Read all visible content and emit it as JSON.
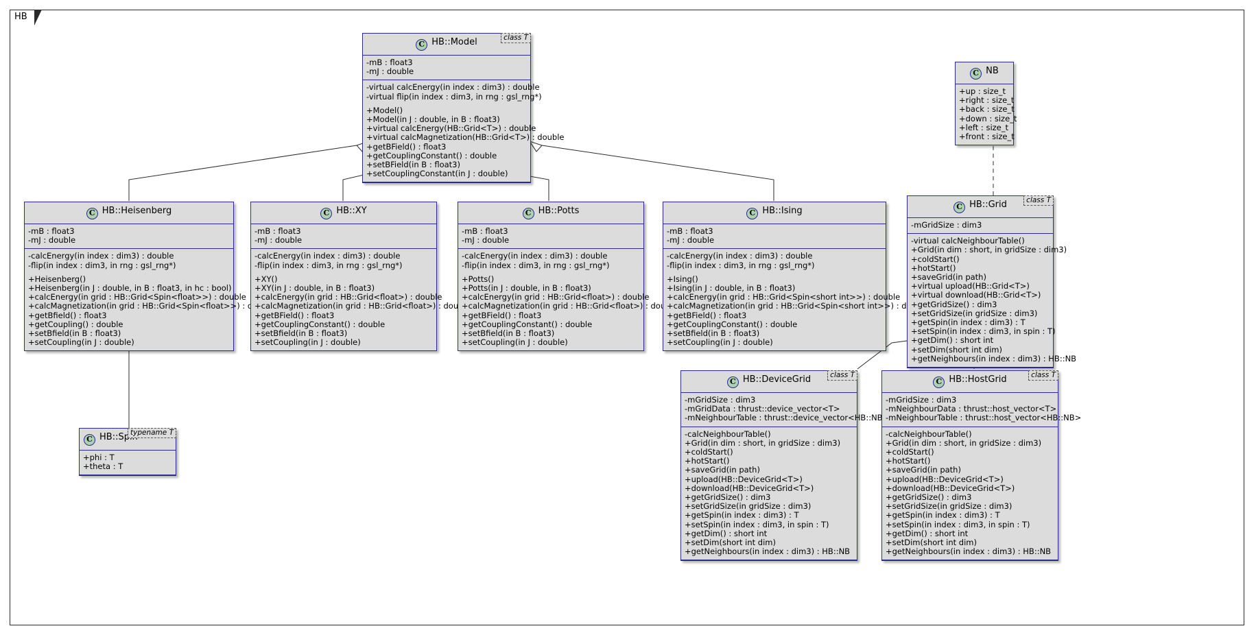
{
  "diagram": {
    "type": "uml-class-diagram",
    "package_label": "HB",
    "stereotype_class_t": "class T",
    "stereotype_typename_t": "typename T",
    "class_icon_letter": "C",
    "colors": {
      "class_fill": "#DCDCDC",
      "class_border": "#2A2A8F",
      "icon_fill": "#ADD1B2",
      "line": "#2B2B2B",
      "background": "#FFFFFF"
    }
  },
  "classes": {
    "model": {
      "name": "HB::Model",
      "attributes": [
        "-mB : float3",
        "-mJ : double"
      ],
      "methods": [
        "-virtual calcEnergy(in index : dim3) : double",
        "-virtual flip(in index : dim3, in rng : gsl_rng*)",
        "",
        "+Model()",
        "+Model(in J : double, in B : float3)",
        "+virtual calcEnergy(HB::Grid<T>) : double",
        "+virtual calcMagnetization(HB::Grid<T>) : double",
        "+getBField() : float3",
        "+getCouplingConstant() : double",
        "+setBField(in B : float3)",
        "+setCouplingConstant(in J : double)"
      ]
    },
    "nb": {
      "name": "NB",
      "attributes": [
        "+up : size_t",
        "+right : size_t",
        "+back : size_t",
        "+down : size_t",
        "+left : size_t",
        "+front : size_t"
      ],
      "methods": []
    },
    "heisenberg": {
      "name": "HB::Heisenberg",
      "attributes": [
        "-mB : float3",
        "-mJ : double"
      ],
      "methods": [
        "-calcEnergy(in index : dim3) : double",
        "-flip(in index : dim3, in rng : gsl_rng*)",
        "",
        "+Heisenberg()",
        "+Heisenberg(in J : double, in B : float3, in hc : bool)",
        "+calcEnergy(in grid : HB::Grid<Spin<float>>) : double",
        "+calcMagnetization(in grid : HB::Grid<Spin<float>>) : double",
        "+getBfield() : float3",
        "+getCoupling() : double",
        "+setBfield(in B : float3)",
        "+setCoupling(in J : double)"
      ]
    },
    "xy": {
      "name": "HB::XY",
      "attributes": [
        "-mB : float3",
        "-mJ : double"
      ],
      "methods": [
        "-calcEnergy(in index : dim3) : double",
        "-flip(in index : dim3, in rng : gsl_rng*)",
        "",
        "+XY()",
        "+XY(in J : double, in B : float3)",
        "+calcEnergy(in grid : HB::Grid<float>) : double",
        "+calcMagnetization(in grid : HB::Grid<float>) : double",
        "+getBField() : float3",
        "+getCouplingConstant() : double",
        "+setBfield(in B : float3)",
        "+setCoupling(in J : double)"
      ]
    },
    "potts": {
      "name": "HB::Potts",
      "attributes": [
        "-mB : float3",
        "-mJ : double"
      ],
      "methods": [
        "-calcEnergy(in index : dim3) : double",
        "-flip(in index : dim3, in rng : gsl_rng*)",
        "",
        "+Potts()",
        "+Potts(in J : double, in B : float3)",
        "+calcEnergy(in grid : HB::Grid<float>) : double",
        "+calcMagnetization(in grid : HB::Grid<float>) : double",
        "+getBField() : float3",
        "+getCouplingConstant() : double",
        "+setBfield(in B : float3)",
        "+setCoupling(in J : double)"
      ]
    },
    "ising": {
      "name": "HB::Ising",
      "attributes": [
        "-mB : float3",
        "-mJ : double"
      ],
      "methods": [
        "-calcEnergy(in index : dim3) : double",
        "-flip(in index : dim3, in rng : gsl_rng*)",
        "",
        "+Ising()",
        "+Ising(in J : double, in B : float3)",
        "+calcEnergy(in grid : HB::Grid<Spin<short int>>) : double",
        "+calcMagnetization(in grid : HB::Grid<Spin<short int>>) : double",
        "+getBField() : float3",
        "+getCouplingConstant() : double",
        "+setBfield(in B : float3)",
        "+setCoupling(in J : double)"
      ]
    },
    "grid": {
      "name": "HB::Grid",
      "stereotype": "class T",
      "attributes": [
        "-mGridSize : dim3"
      ],
      "methods": [
        "-virtual calcNeighbourTable()",
        "+Grid(in dim : short, in gridSize : dim3)",
        "+coldStart()",
        "+hotStart()",
        "+saveGrid(in path)",
        "+virtual upload(HB::Grid<T>)",
        "+virtual download(HB::Grid<T>)",
        "+getGridSize() : dim3",
        "+setGridSize(in gridSize : dim3)",
        "+getSpin(in index : dim3) : T",
        "+setSpin(in index : dim3, in spin : T)",
        "+getDim() : short int",
        "+setDim(short int dim)",
        "+getNeighbours(in index : dim3) : HB::NB"
      ]
    },
    "device_grid": {
      "name": "HB::DeviceGrid",
      "stereotype": "class T",
      "attributes": [
        "-mGridSize : dim3",
        "-mGridData : thrust::device_vector<T>",
        "-mNeighbourTable : thrust::device_vector<HB::NB>"
      ],
      "methods": [
        "-calcNeighbourTable()",
        "+Grid(in dim : short, in gridSize : dim3)",
        "+coldStart()",
        "+hotStart()",
        "+saveGrid(in path)",
        "+upload(HB::DeviceGrid<T>)",
        "+download(HB::DeviceGrid<T>)",
        "+getGridSize() : dim3",
        "+setGridSize(in gridSize : dim3)",
        "+getSpin(in index : dim3) : T",
        "+setSpin(in index : dim3, in spin : T)",
        "+getDim() : short int",
        "+setDim(short int dim)",
        "+getNeighbours(in index : dim3) : HB::NB"
      ]
    },
    "host_grid": {
      "name": "HB::HostGrid",
      "stereotype": "class T",
      "attributes": [
        "-mGridSize : dim3",
        "-mNeighbourData : thrust::host_vector<T>",
        "-mNeighbourTable : thrust::host_vector<HB::NB>"
      ],
      "methods": [
        "-calcNeighbourTable()",
        "+Grid(in dim : short, in gridSize : dim3)",
        "+coldStart()",
        "+hotStart()",
        "+saveGrid(in path)",
        "+upload(HB::DeviceGrid<T>)",
        "+download(HB::DeviceGrid<T>)",
        "+getGridSize() : dim3",
        "+setGridSize(in gridSize : dim3)",
        "+getSpin(in index : dim3) : T",
        "+setSpin(in index : dim3, in spin : T)",
        "+getDim() : short int",
        "+setDim(short int dim)",
        "+getNeighbours(in index : dim3) : HB::NB"
      ]
    },
    "spin": {
      "name": "HB::Spin",
      "stereotype": "typename T",
      "attributes": [
        "+phi : T",
        "+theta : T"
      ],
      "methods": []
    }
  },
  "relationships": [
    {
      "from": "HB::Heisenberg",
      "to": "HB::Model",
      "type": "generalization"
    },
    {
      "from": "HB::XY",
      "to": "HB::Model",
      "type": "generalization"
    },
    {
      "from": "HB::Potts",
      "to": "HB::Model",
      "type": "generalization"
    },
    {
      "from": "HB::Ising",
      "to": "HB::Model",
      "type": "generalization"
    },
    {
      "from": "HB::Heisenberg",
      "to": "HB::Spin",
      "type": "composition"
    },
    {
      "from": "HB::DeviceGrid",
      "to": "HB::Grid",
      "type": "generalization"
    },
    {
      "from": "HB::HostGrid",
      "to": "HB::Grid",
      "type": "generalization"
    },
    {
      "from": "HB::Grid",
      "to": "NB",
      "type": "dependency"
    }
  ]
}
